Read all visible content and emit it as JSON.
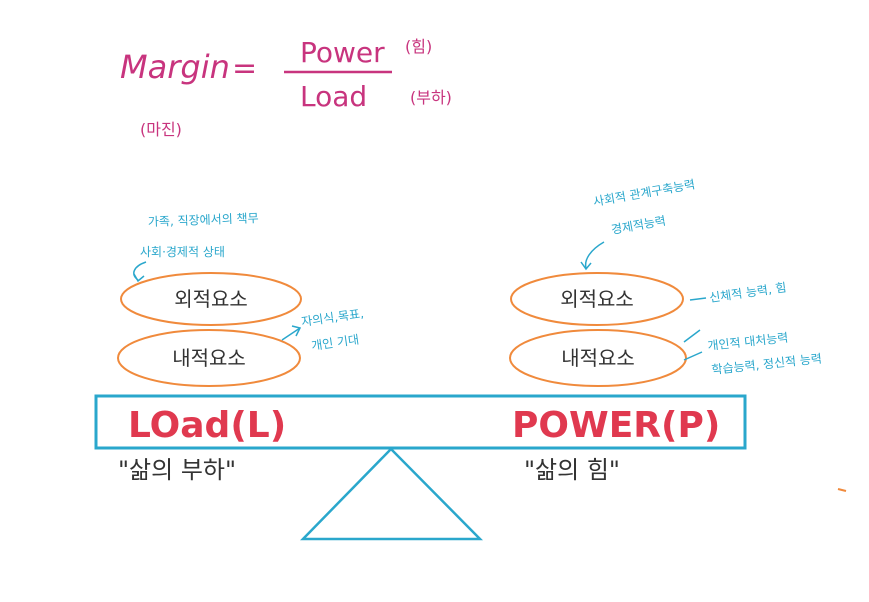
{
  "formula": {
    "lhs": "Margin",
    "equals": "=",
    "lhs_korean": "(마진)",
    "numerator": "Power",
    "numerator_korean": "(힘)",
    "denominator": "Load",
    "denominator_korean": "(부하)"
  },
  "left_side": {
    "external_label": "외적요소",
    "internal_label": "내적요소",
    "external_notes": [
      "가족, 직장에서의 책무",
      "사회·경제적 상태"
    ],
    "internal_notes": [
      "자의식,목표,",
      "개인 기대"
    ],
    "beam_label": "LOad(L)",
    "caption": "\"삶의 부하\""
  },
  "right_side": {
    "external_label": "외적요소",
    "internal_label": "내적요소",
    "external_notes_top": [
      "사회적 관계구축능력",
      "경제적능력"
    ],
    "external_notes_side": [
      "신체적 능력, 힘"
    ],
    "internal_notes": [
      "개인적 대처능력",
      "학습능력, 정신적 능력"
    ],
    "beam_label": "POWER(P)",
    "caption": "\"삶의 힘\""
  },
  "colors": {
    "formula": "#c8347e",
    "notes": "#2aa7cc",
    "ellipse": "#f08a3c",
    "beam": "#2aa7cc",
    "beam_text": "#e0394f",
    "caption": "#333333"
  }
}
